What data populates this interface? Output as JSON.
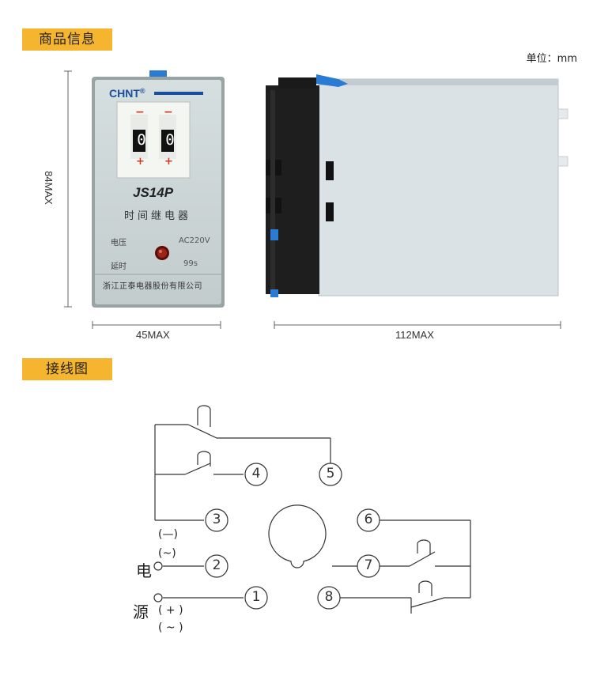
{
  "sections": {
    "product_info": "商品信息",
    "wiring": "接线图"
  },
  "unit_label": "单位：mm",
  "dimensions": {
    "height": "84MAX",
    "width": "45MAX",
    "depth": "112MAX"
  },
  "device": {
    "brand": "CHNT",
    "brand_mark": "®",
    "model": "JS14P",
    "name": "时间继电器",
    "voltage_label": "电压",
    "voltage_value": "AC220V",
    "delay_label": "延时",
    "delay_value": "99s",
    "manufacturer": "浙江正泰电器股份有限公司",
    "digit_left": "0",
    "digit_right": "0",
    "minus": "−",
    "plus": "+"
  },
  "wiring": {
    "terminals": [
      "1",
      "2",
      "3",
      "4",
      "5",
      "6",
      "7",
      "8"
    ],
    "power_char_1": "电",
    "power_char_2": "源",
    "polarity_minus": "(—)",
    "polarity_ac_upper": "(~)",
    "polarity_plus": "( + )",
    "polarity_ac_lower": "( ~ )"
  },
  "colors": {
    "tag_bg": "#f5b52e",
    "panel": "#cfd8d8",
    "brand_blue": "#1a4fa0",
    "led": "#8a1a10",
    "relay_body": "#d9e0e4",
    "base_black": "#1b1b1b",
    "clip_blue": "#2a7bd4"
  }
}
